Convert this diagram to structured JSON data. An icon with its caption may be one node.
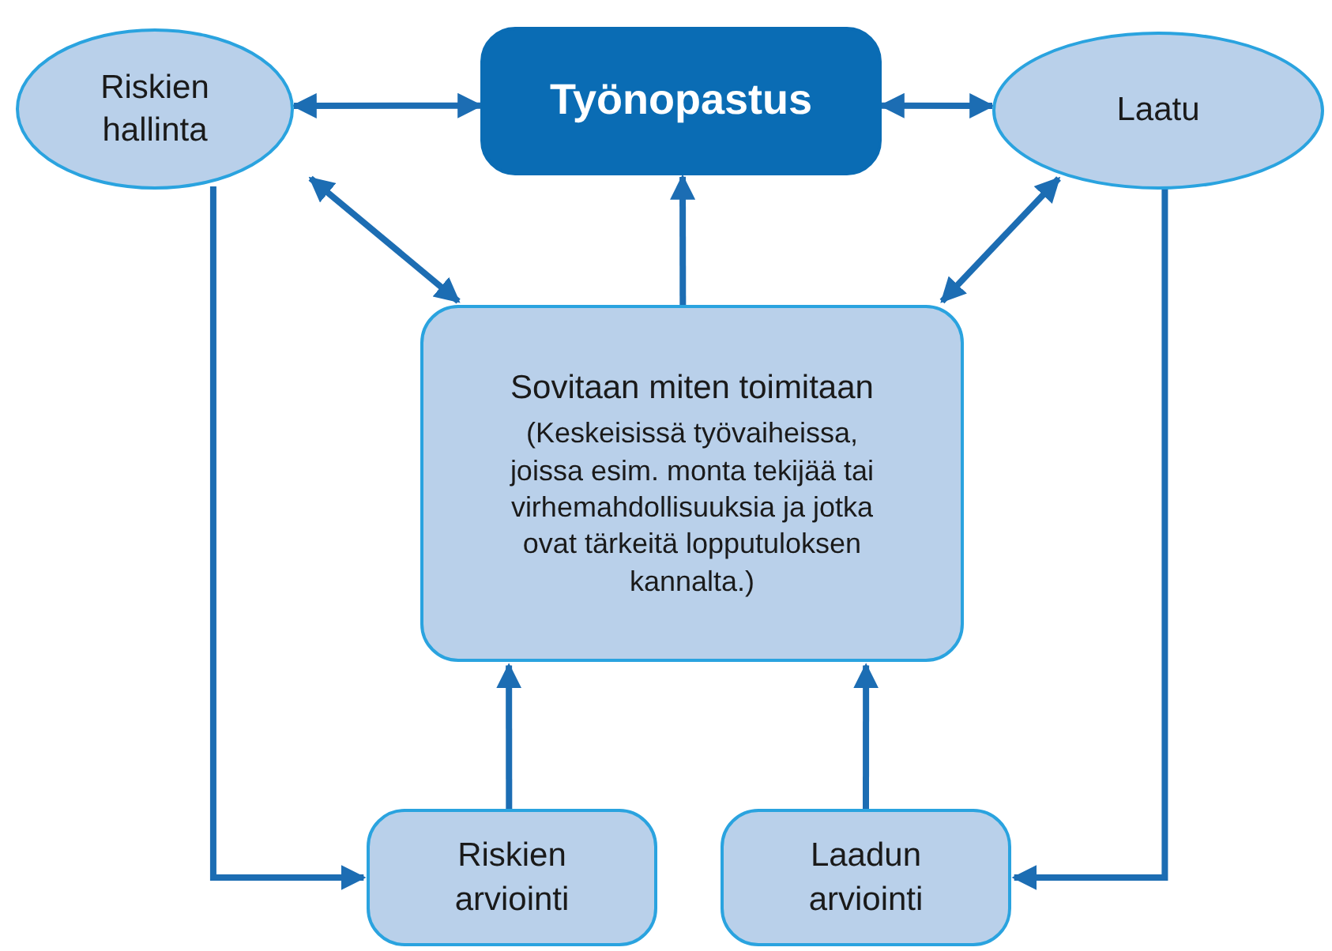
{
  "diagram": {
    "nodes": [
      {
        "text": [
          "Riskien hallinta"
        ]
      },
      {
        "text": [
          "Työnopastus"
        ]
      },
      {
        "text": [
          "Laatu"
        ]
      },
      {
        "text": [
          "Sovitaan miten toimitaan",
          "(Keskeisissä työvaiheissa, joissa esim. monta tekijää tai virhemahdollisuuksia ja jotka ovat tärkeitä lopputuloksen kannalta.)"
        ]
      },
      {
        "text": [
          "Riskien arviointi"
        ]
      },
      {
        "text": [
          "Laadun arviointi"
        ]
      }
    ],
    "edges": [
      {
        "from": 0,
        "to": 1,
        "arrow": "both"
      },
      {
        "from": 2,
        "to": 1,
        "arrow": "both"
      },
      {
        "from": 0,
        "to": 3,
        "arrow": "both"
      },
      {
        "from": 2,
        "to": 3,
        "arrow": "both"
      },
      {
        "from": 3,
        "to": 1,
        "arrow": "to"
      },
      {
        "from": 4,
        "to": 3,
        "arrow": "to"
      },
      {
        "from": 5,
        "to": 3,
        "arrow": "to"
      },
      {
        "from": 0,
        "to": 4,
        "arrow": "to"
      },
      {
        "from": 2,
        "to": 5,
        "arrow": "to"
      }
    ]
  }
}
